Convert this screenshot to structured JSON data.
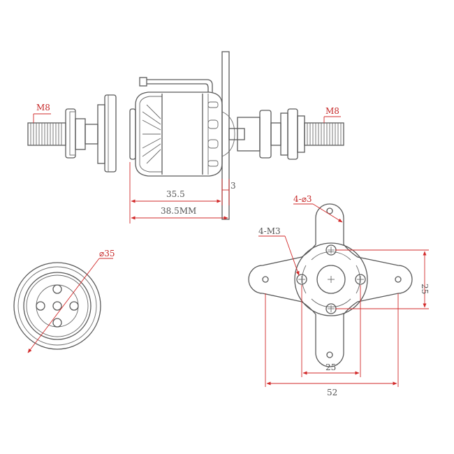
{
  "labels": {
    "thread_left": "M8",
    "thread_right": "M8",
    "len_body": "35.5",
    "len_mount": "3",
    "len_total": "38.5MM",
    "diameter": "⌀35",
    "hole_4_d3": "4-⌀3",
    "hole_4_m3": "4-M3",
    "width_25_v": "25",
    "width_25_h": "25",
    "width_52": "52"
  },
  "colors": {
    "outline": "#5a5a5a",
    "dimension": "#d22a2a"
  }
}
